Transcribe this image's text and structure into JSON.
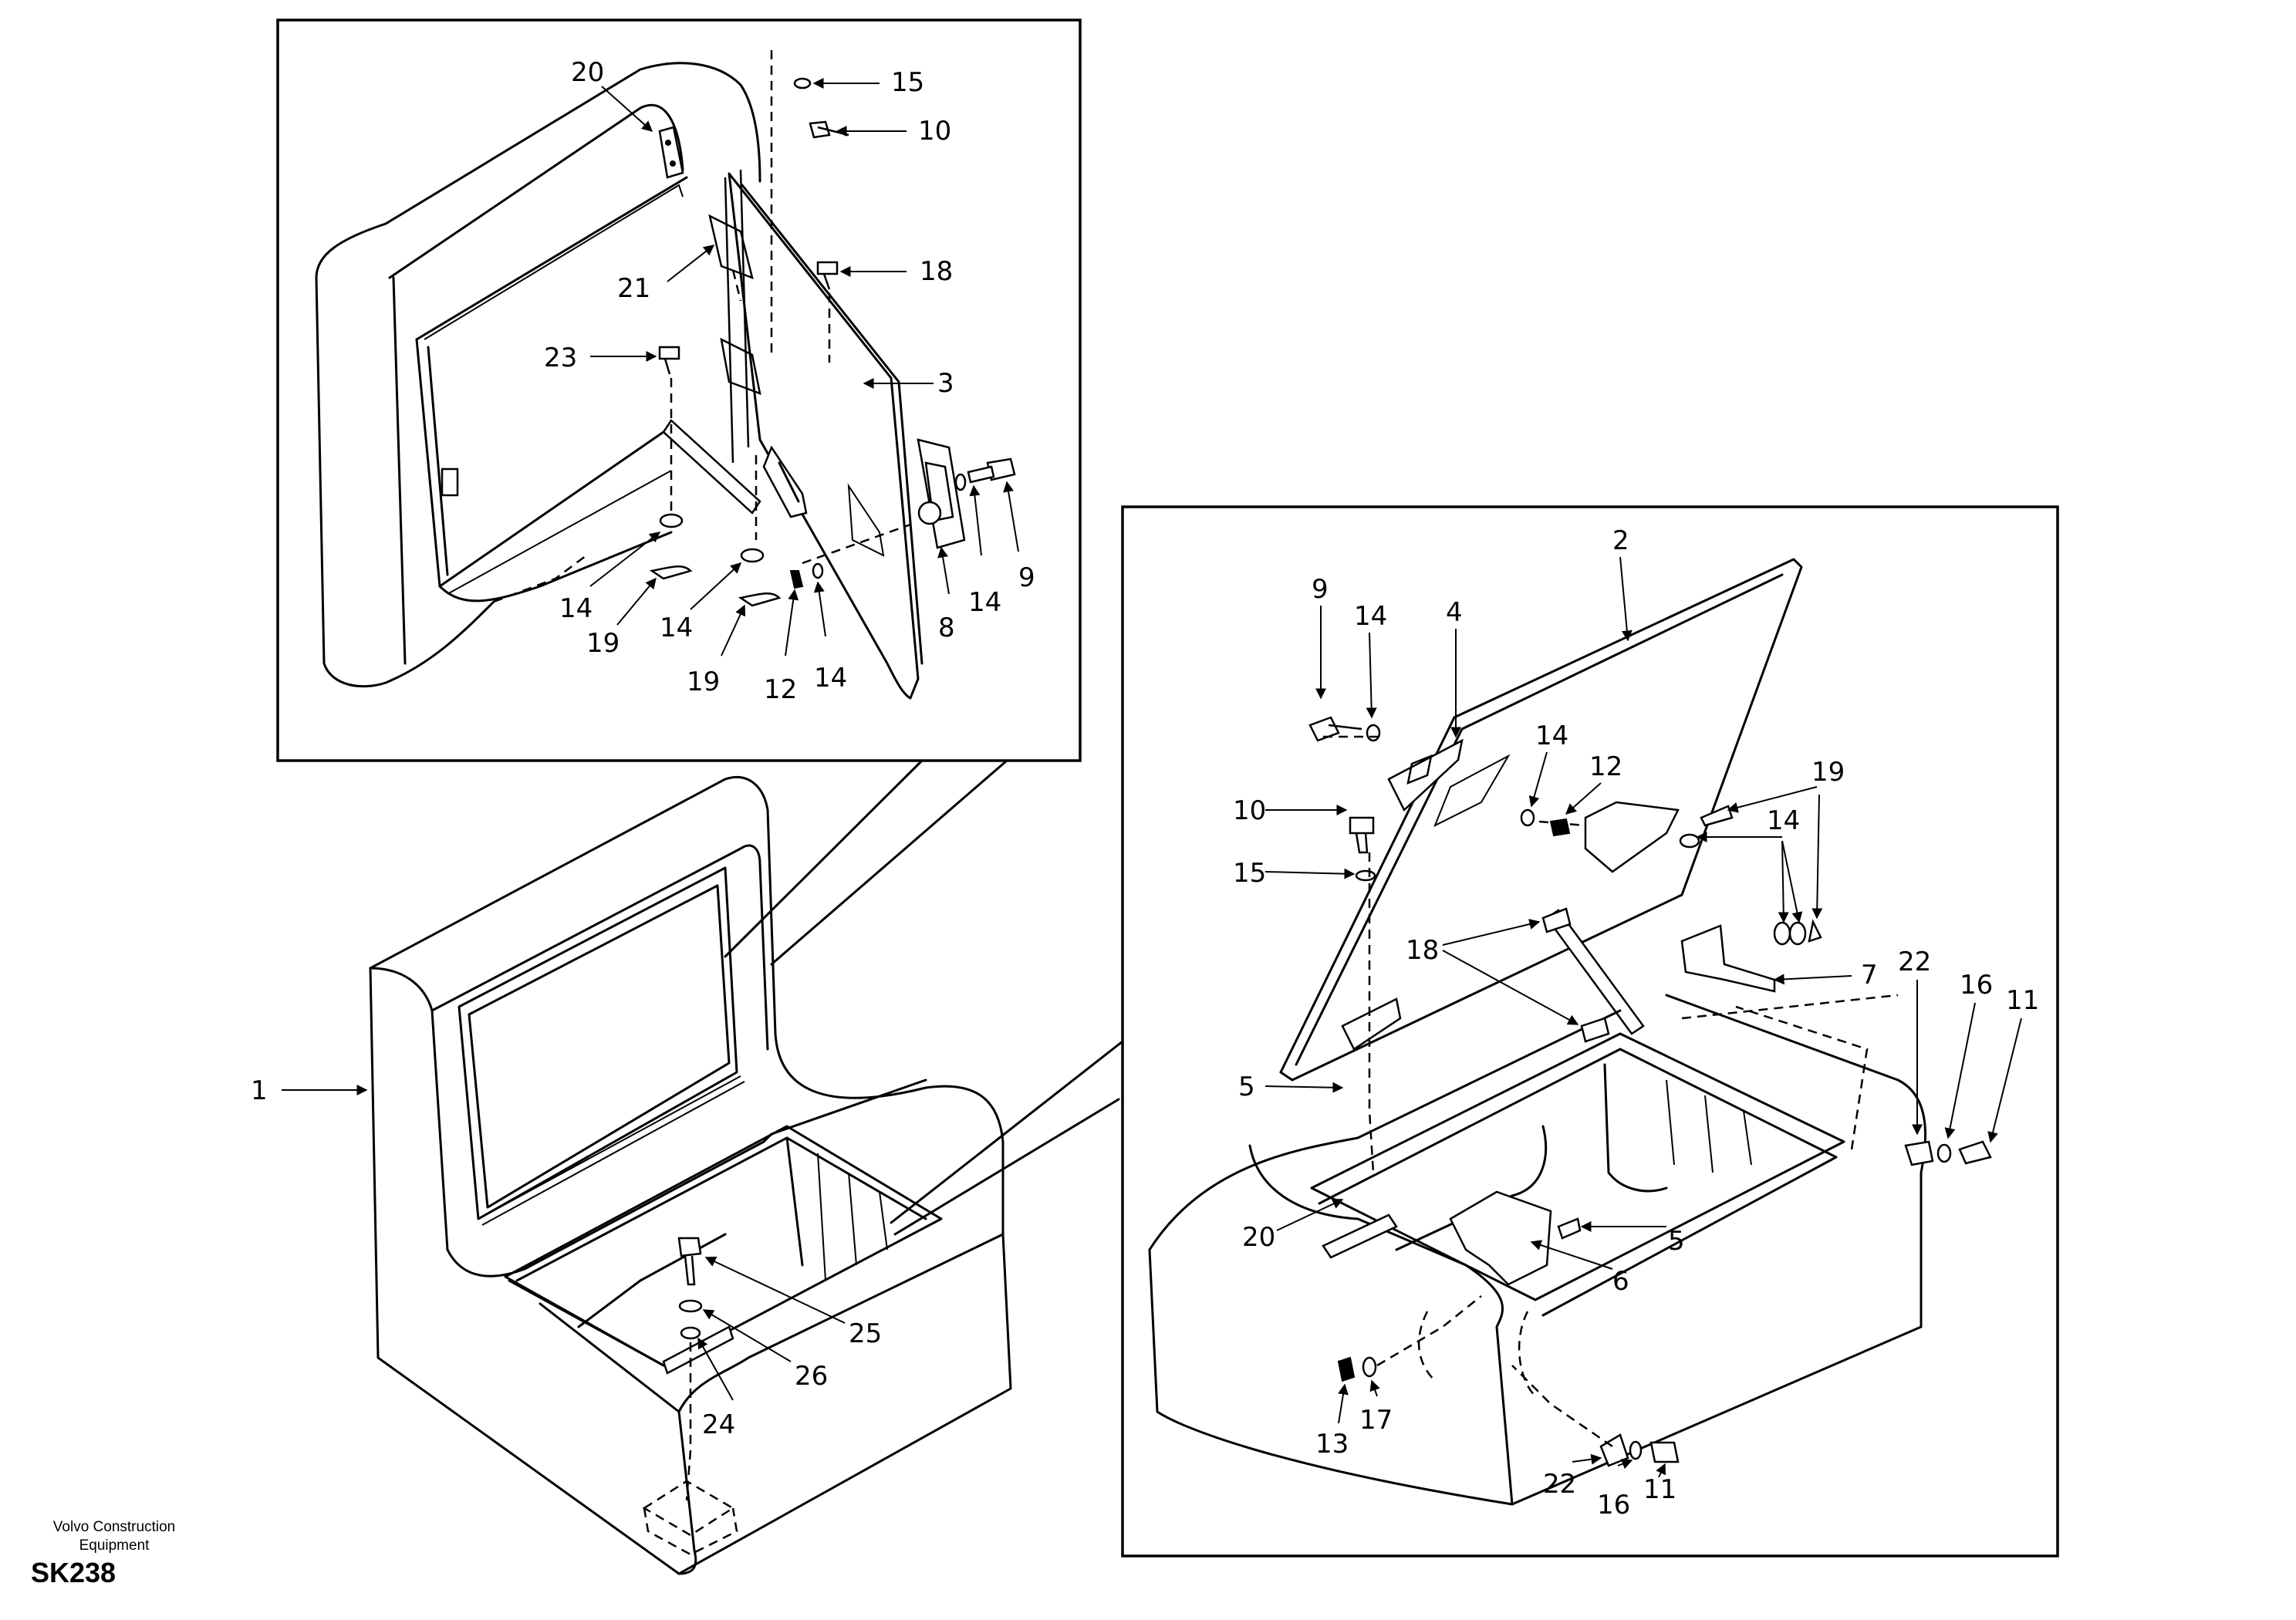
{
  "drawing": {
    "manufacturer": "Volvo Construction Equipment",
    "code": "SK238"
  },
  "detail_top": {
    "callouts": [
      "20",
      "15",
      "10",
      "21",
      "18",
      "23",
      "3",
      "9",
      "14",
      "8",
      "14",
      "19",
      "14",
      "19",
      "12",
      "14"
    ]
  },
  "main_view": {
    "callouts": [
      "1",
      "25",
      "26",
      "24"
    ]
  },
  "detail_right": {
    "callouts": [
      "2",
      "9",
      "14",
      "4",
      "14",
      "12",
      "19",
      "14",
      "10",
      "15",
      "18",
      "7",
      "22",
      "16",
      "11",
      "5",
      "20",
      "5",
      "6",
      "13",
      "17",
      "22",
      "16",
      "11"
    ]
  },
  "colors": {
    "line": "#000000",
    "background": "#ffffff"
  }
}
